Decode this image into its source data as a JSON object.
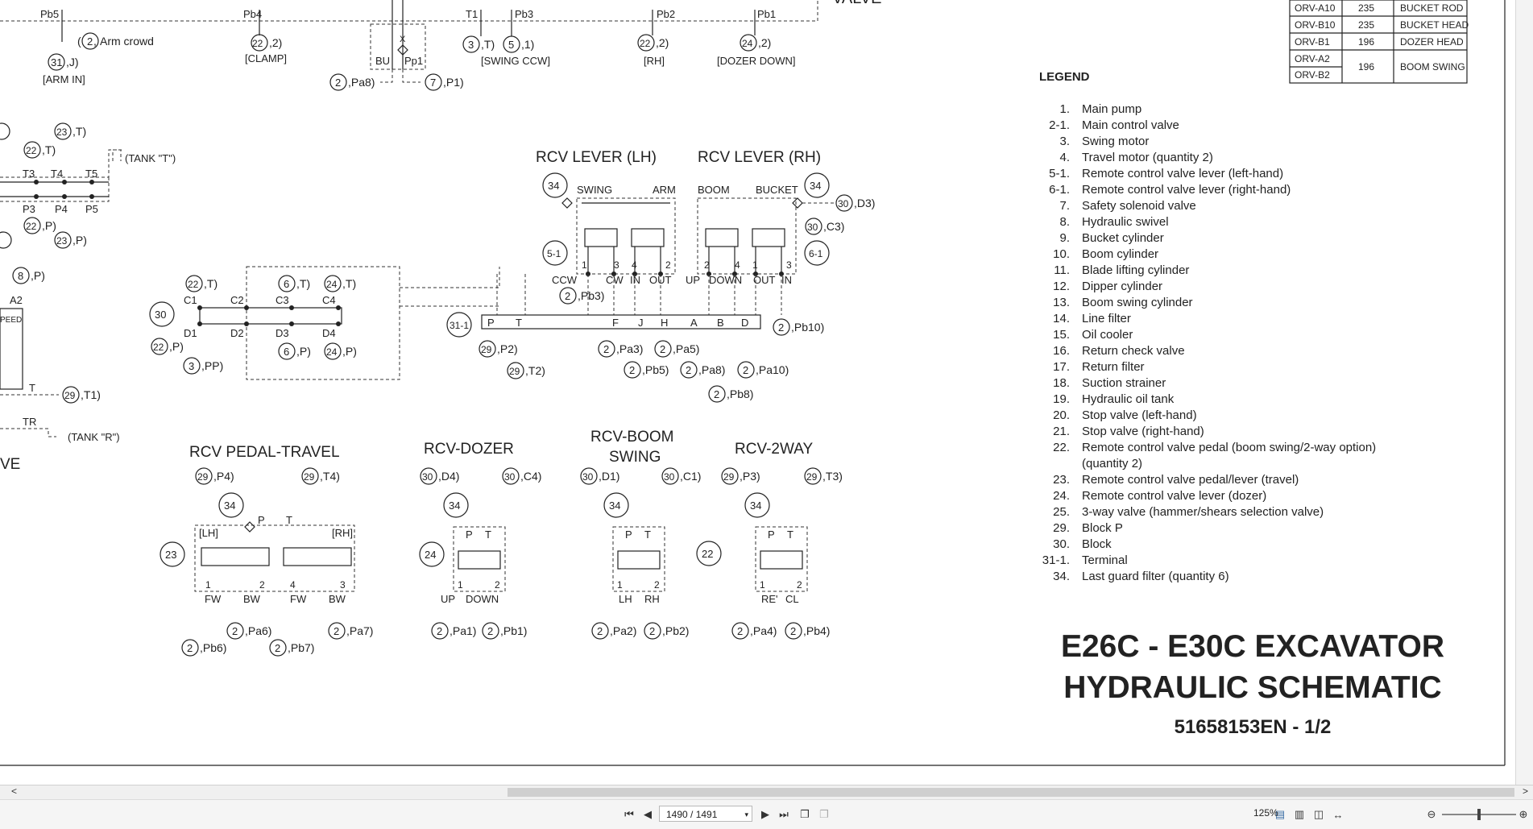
{
  "drawing": {
    "title_line1": "E26C - E30C EXCAVATOR",
    "title_line2": "HYDRAULIC SCHEMATIC",
    "doc_number": "51658153EN - 1/2",
    "valve_label": "VALVE",
    "valve_label_left": "VE",
    "legend_title": "LEGEND",
    "legend": [
      {
        "num": "1.",
        "text": "Main pump"
      },
      {
        "num": "2-1.",
        "text": "Main control valve"
      },
      {
        "num": "3.",
        "text": "Swing motor"
      },
      {
        "num": "4.",
        "text": "Travel motor (quantity 2)"
      },
      {
        "num": "5-1.",
        "text": "Remote control valve lever (left-hand)"
      },
      {
        "num": "6-1.",
        "text": "Remote control valve lever (right-hand)"
      },
      {
        "num": "7.",
        "text": "Safety solenoid valve"
      },
      {
        "num": "8.",
        "text": "Hydraulic swivel"
      },
      {
        "num": "9.",
        "text": "Bucket cylinder"
      },
      {
        "num": "10.",
        "text": "Boom cylinder"
      },
      {
        "num": "11.",
        "text": "Blade lifting cylinder"
      },
      {
        "num": "12.",
        "text": "Dipper cylinder"
      },
      {
        "num": "13.",
        "text": "Boom swing cylinder"
      },
      {
        "num": "14.",
        "text": "Line filter"
      },
      {
        "num": "15.",
        "text": "Oil cooler"
      },
      {
        "num": "16.",
        "text": "Return check valve"
      },
      {
        "num": "17.",
        "text": "Return filter"
      },
      {
        "num": "18.",
        "text": "Suction strainer"
      },
      {
        "num": "19.",
        "text": "Hydraulic oil tank"
      },
      {
        "num": "20.",
        "text": "Stop valve (left-hand)"
      },
      {
        "num": "21.",
        "text": "Stop valve (right-hand)"
      },
      {
        "num": "22.",
        "text": "Remote control valve pedal (boom swing/2-way option)"
      },
      {
        "num": "",
        "text": "(quantity 2)"
      },
      {
        "num": "23.",
        "text": "Remote control valve pedal/lever (travel)"
      },
      {
        "num": "24.",
        "text": "Remote control valve lever (dozer)"
      },
      {
        "num": "25.",
        "text": "3-way valve (hammer/shears selection valve)"
      },
      {
        "num": "29.",
        "text": "Block P"
      },
      {
        "num": "30.",
        "text": "Block"
      },
      {
        "num": "31-1.",
        "text": "Terminal"
      },
      {
        "num": "34.",
        "text": "Last guard filter (quantity 6)"
      }
    ],
    "orv_table": [
      [
        "ORV-A10",
        "235",
        "BUCKET ROD"
      ],
      [
        "ORV-B10",
        "235",
        "BUCKET HEAD"
      ],
      [
        "ORV-B1",
        "196",
        "DOZER HEAD"
      ],
      [
        "ORV-A2",
        "196",
        "BOOM SWING"
      ],
      [
        "ORV-B2",
        "",
        ""
      ]
    ],
    "sections": {
      "rcv_lever_lh": "RCV LEVER (LH)",
      "rcv_lever_rh": "RCV LEVER (RH)",
      "rcv_pedal_travel": "RCV PEDAL-TRAVEL",
      "rcv_dozer": "RCV-DOZER",
      "rcv_boom_swing_1": "RCV-BOOM",
      "rcv_boom_swing_2": "SWING",
      "rcv_2way": "RCV-2WAY"
    },
    "top_ports": {
      "pb5": "Pb5",
      "pb4": "Pb4",
      "t1": "T1",
      "pb3": "Pb3",
      "pb2": "Pb2",
      "pb1": "Pb1",
      "bu": "BU",
      "pp1": "Pp1",
      "x": "X",
      "arm_crowd": "Arm crowd",
      "arm_in": "[ARM IN]",
      "clamp": "[CLAMP]",
      "swing_ccw": "[SWING CCW]",
      "rh": "[RH]",
      "dozer_down": "[DOZER DOWN]",
      "ref_31j": ",J)",
      "ref_2pa8": ",Pa8)",
      "ref_7p1": ",P1)",
      "ref_3t": ",T)",
      "ref_51": ",1)",
      "ref_222": ",2)",
      "ref_242": ",2)"
    },
    "labels": {
      "tank_t": "(TANK \"T\")",
      "tank_r": "(TANK \"R\")",
      "t3": "T3",
      "t4": "T4",
      "t5": "T5",
      "p3": "P3",
      "p4": "P4",
      "p5": "P5",
      "a2": "A2",
      "speed": "PEED",
      "t": "T",
      "tr": "TR",
      "ref_8p": ",P)",
      "ref_29t1": ",T1)",
      "swing": "SWING",
      "arm": "ARM",
      "boom": "BOOM",
      "bucket": "BUCKET",
      "ccw": "CCW",
      "cw": "CW",
      "in": "IN",
      "out": "OUT",
      "up": "UP",
      "down": "DOWN",
      "c1": "C1",
      "c2": "C2",
      "c3": "C3",
      "c4": "C4",
      "d1": "D1",
      "d2": "D2",
      "d3": "D3",
      "d4": "D4",
      "fw": "FW",
      "bw": "BW",
      "lh_br": "[LH]",
      "rh_br": "[RH]",
      "lh": "LH",
      "rh": "RH",
      "re": "RE'",
      "cl": "CL",
      "p": "P",
      "term_t": "T",
      "f": "F",
      "j": "J",
      "h": "H",
      "a": "A",
      "b": "B",
      "dd": "D"
    },
    "callouts": [
      "34",
      "5-1",
      "6-1",
      "30",
      "31-1",
      "23",
      "24",
      "22"
    ]
  },
  "viewer": {
    "page_indicator": "1490 / 1491",
    "zoom": "125%",
    "scroll_left_arrow": "<",
    "scroll_right_arrow": ">"
  }
}
